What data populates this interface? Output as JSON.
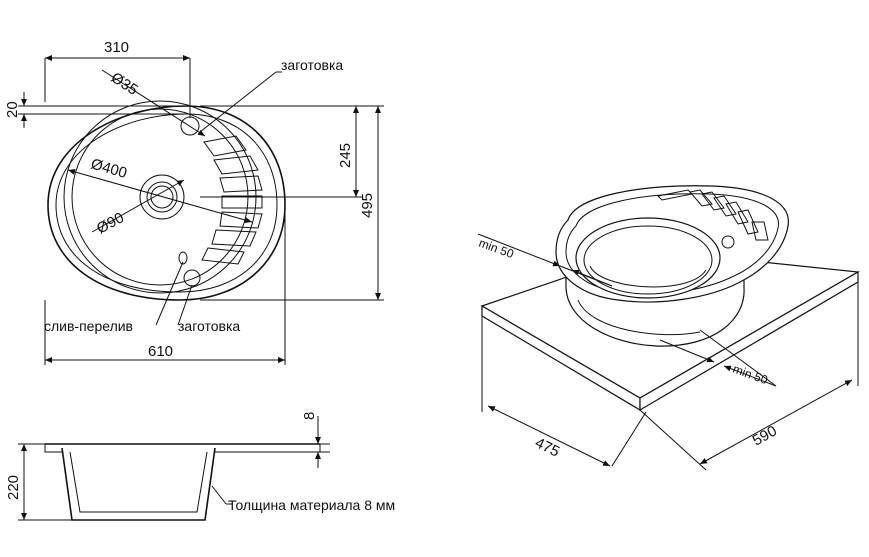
{
  "top_view": {
    "dim_width_top": "310",
    "dim_hole_diameter": "Ø35",
    "dim_top_offset": "20",
    "dim_bowl_diameter": "Ø400",
    "dim_drain_diameter": "Ø90",
    "dim_center_height": "245",
    "dim_total_height": "495",
    "dim_total_width": "610",
    "label_blank_top": "заготовка",
    "label_overflow": "слив-перелив",
    "label_blank_bottom": "заготовка"
  },
  "section_view": {
    "dim_rim": "8",
    "dim_depth": "220",
    "label_thickness": "Толщина материала 8 мм"
  },
  "iso_view": {
    "dim_min_top": "min 50",
    "dim_min_right": "min 50",
    "dim_depth": "475",
    "dim_width": "590"
  }
}
